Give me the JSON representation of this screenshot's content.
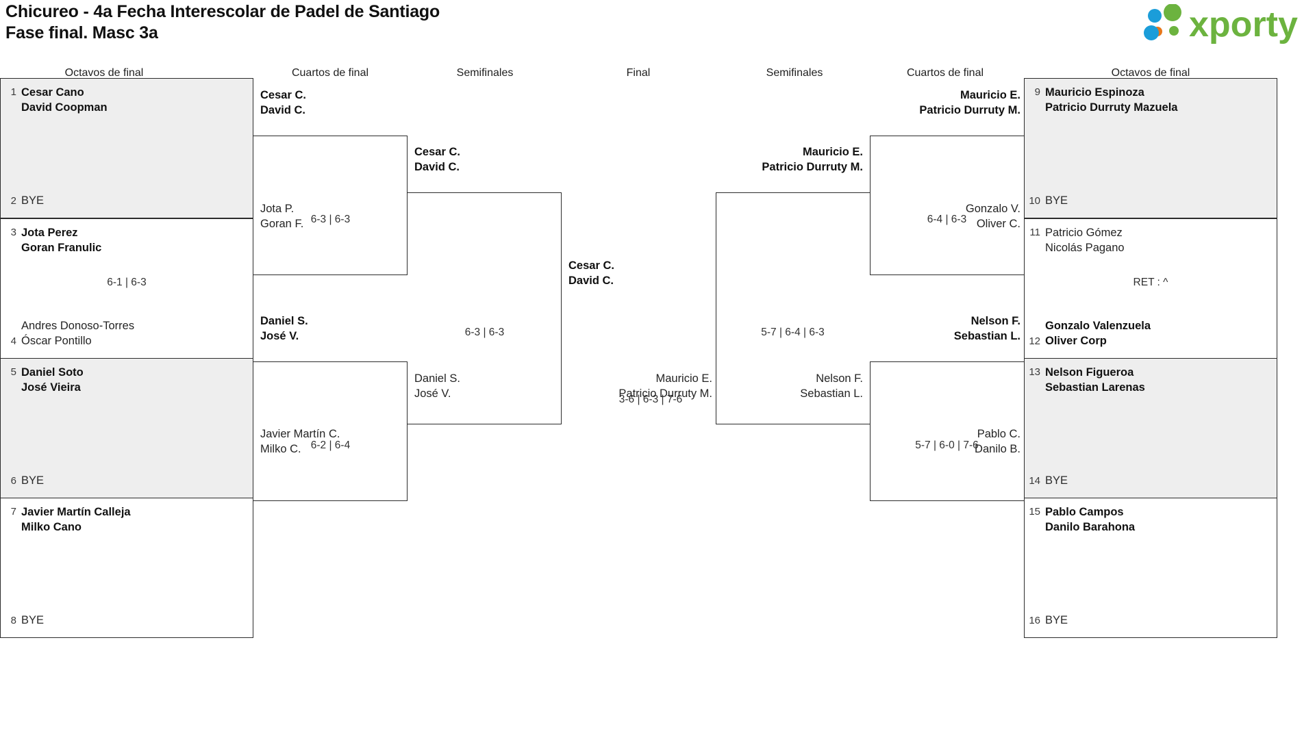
{
  "header": {
    "title_line1": "Chicureo - 4a Fecha Interescolar de Padel de Santiago",
    "title_line2": "Fase final. Masc 3a",
    "logo_text": "xporty",
    "logo_colors": {
      "green": "#6cb33f",
      "blue": "#1b9dd9",
      "orange": "#e8771a"
    }
  },
  "round_headers": {
    "left": [
      "Octavos de final",
      "Cuartos de final",
      "Semifinales"
    ],
    "center": "Final",
    "right": [
      "Semifinales",
      "Cuartos de final",
      "Octavos de final"
    ]
  },
  "bracket": {
    "left": {
      "round1": [
        {
          "seed_top": "1",
          "top_line1": "Cesar Cano",
          "top_line2": "David Coopman",
          "top_winner": true,
          "seed_bot": "2",
          "bot_line1": "BYE",
          "bot_line2": "",
          "bot_winner": false,
          "score": "",
          "shaded": true
        },
        {
          "seed_top": "3",
          "top_line1": "Jota Perez",
          "top_line2": "Goran Franulic",
          "top_winner": true,
          "seed_bot": "4",
          "bot_line1": "Andres Donoso-Torres",
          "bot_line2": "Óscar Pontillo",
          "bot_winner": false,
          "score": "6-1 | 6-3",
          "shaded": false
        },
        {
          "seed_top": "5",
          "top_line1": "Daniel Soto",
          "top_line2": "José Vieira",
          "top_winner": true,
          "seed_bot": "6",
          "bot_line1": "BYE",
          "bot_line2": "",
          "bot_winner": false,
          "score": "",
          "shaded": true
        },
        {
          "seed_top": "7",
          "top_line1": "Javier Martín Calleja",
          "top_line2": "Milko Cano",
          "top_winner": true,
          "seed_bot": "8",
          "bot_line1": "BYE",
          "bot_line2": "",
          "bot_winner": false,
          "score": "",
          "shaded": false
        }
      ],
      "round2": [
        {
          "win_l1": "Cesar C.",
          "win_l2": "David C.",
          "lose_l1": "Jota P.",
          "lose_l2": "Goran F.",
          "score": "6-3 | 6-3"
        },
        {
          "win_l1": "Daniel S.",
          "win_l2": "José V.",
          "lose_l1": "Javier Martín C.",
          "lose_l2": "Milko C.",
          "score": "6-2 | 6-4"
        }
      ],
      "round3": [
        {
          "win_l1": "Cesar C.",
          "win_l2": "David C.",
          "lose_l1": "Daniel S.",
          "lose_l2": "José V.",
          "score": "6-3 | 6-3"
        }
      ]
    },
    "final": {
      "win_l1": "Cesar C.",
      "win_l2": "David C.",
      "lose_l1": "Mauricio E.",
      "lose_l2": "Patricio Durruty M.",
      "score": "3-6 | 6-3 | 7-6"
    },
    "right": {
      "round1": [
        {
          "seed_top": "9",
          "top_line1": "Mauricio Espinoza",
          "top_line2": "Patricio Durruty Mazuela",
          "top_winner": true,
          "seed_bot": "10",
          "bot_line1": "BYE",
          "bot_line2": "",
          "bot_winner": false,
          "score": "",
          "shaded": true
        },
        {
          "seed_top": "11",
          "top_line1": "Patricio Gómez",
          "top_line2": "Nicolás Pagano",
          "top_winner": false,
          "seed_bot": "12",
          "bot_line1": "Gonzalo Valenzuela",
          "bot_line2": "Oliver Corp",
          "bot_winner": true,
          "score": "RET : ^",
          "shaded": false
        },
        {
          "seed_top": "13",
          "top_line1": "Nelson Figueroa",
          "top_line2": "Sebastian Larenas",
          "top_winner": true,
          "seed_bot": "14",
          "bot_line1": "BYE",
          "bot_line2": "",
          "bot_winner": false,
          "score": "",
          "shaded": true
        },
        {
          "seed_top": "15",
          "top_line1": "Pablo Campos",
          "top_line2": "Danilo Barahona",
          "top_winner": true,
          "seed_bot": "16",
          "bot_line1": "BYE",
          "bot_line2": "",
          "bot_winner": false,
          "score": "",
          "shaded": false
        }
      ],
      "round2": [
        {
          "win_l1": "Mauricio E.",
          "win_l2": "Patricio Durruty M.",
          "lose_l1": "Gonzalo V.",
          "lose_l2": "Oliver C.",
          "score": "6-4 | 6-3"
        },
        {
          "win_l1": "Nelson F.",
          "win_l2": "Sebastian L.",
          "lose_l1": "Pablo C.",
          "lose_l2": "Danilo B.",
          "score": "5-7 | 6-0 | 7-6"
        }
      ],
      "round3": [
        {
          "win_l1": "Mauricio E.",
          "win_l2": "Patricio Durruty M.",
          "lose_l1": "Nelson F.",
          "lose_l2": "Sebastian L.",
          "score": "5-7 | 6-4 | 6-3"
        }
      ]
    }
  }
}
